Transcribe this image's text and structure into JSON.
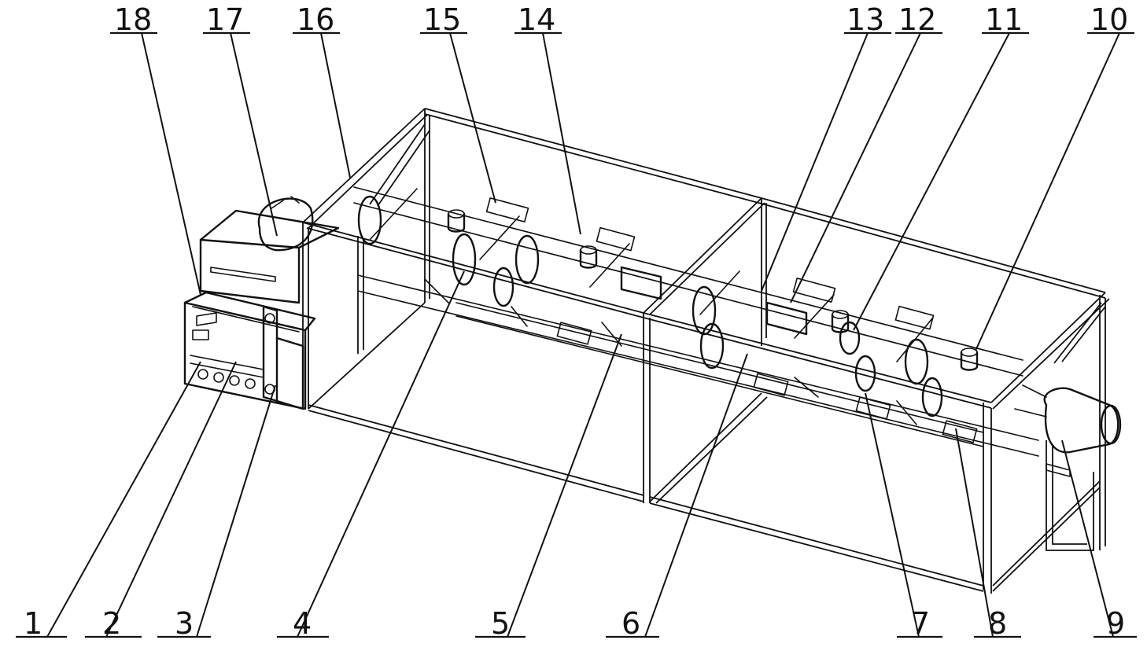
{
  "labels": [
    {
      "id": "1",
      "text": "1"
    },
    {
      "id": "2",
      "text": "2"
    },
    {
      "id": "3",
      "text": "3"
    },
    {
      "id": "4",
      "text": "4"
    },
    {
      "id": "5",
      "text": "5"
    },
    {
      "id": "6",
      "text": "6"
    },
    {
      "id": "7",
      "text": "7"
    },
    {
      "id": "8",
      "text": "8"
    },
    {
      "id": "9",
      "text": "9"
    },
    {
      "id": "10",
      "text": "10"
    },
    {
      "id": "11",
      "text": "11"
    },
    {
      "id": "12",
      "text": "12"
    },
    {
      "id": "13",
      "text": "13"
    },
    {
      "id": "14",
      "text": "14"
    },
    {
      "id": "15",
      "text": "15"
    },
    {
      "id": "16",
      "text": "16"
    },
    {
      "id": "17",
      "text": "17"
    },
    {
      "id": "18",
      "text": "18"
    }
  ],
  "colors": {
    "ink": "#111111",
    "paper": "#ffffff"
  }
}
